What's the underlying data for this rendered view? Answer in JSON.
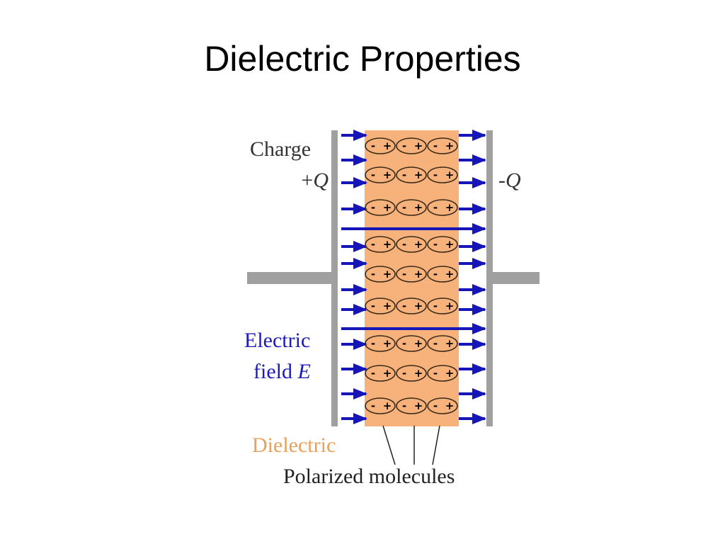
{
  "slide": {
    "title": "Dielectric Properties"
  },
  "diagram": {
    "labels": {
      "charge": "Charge",
      "positive_prefix": "+",
      "negative_prefix": "-",
      "q_symbol": "Q",
      "field_line1": "Electric",
      "field_line2_text": "field ",
      "field_symbol": "E",
      "dielectric": "Dielectric",
      "polarized_molecules": "Polarized molecules"
    },
    "molecule_signs": {
      "negative": "-",
      "positive": "+"
    },
    "molecule_rows": 9,
    "molecules_per_row": 3,
    "colors": {
      "plate": "#a0a0a0",
      "dielectric_fill": "#f6b27a",
      "field_arrow": "#1515b8",
      "molecule_outline": "#3a2a18",
      "charge_text": "#333333",
      "field_text": "#1c1cb8",
      "dielectric_text": "#e8a15b"
    }
  }
}
